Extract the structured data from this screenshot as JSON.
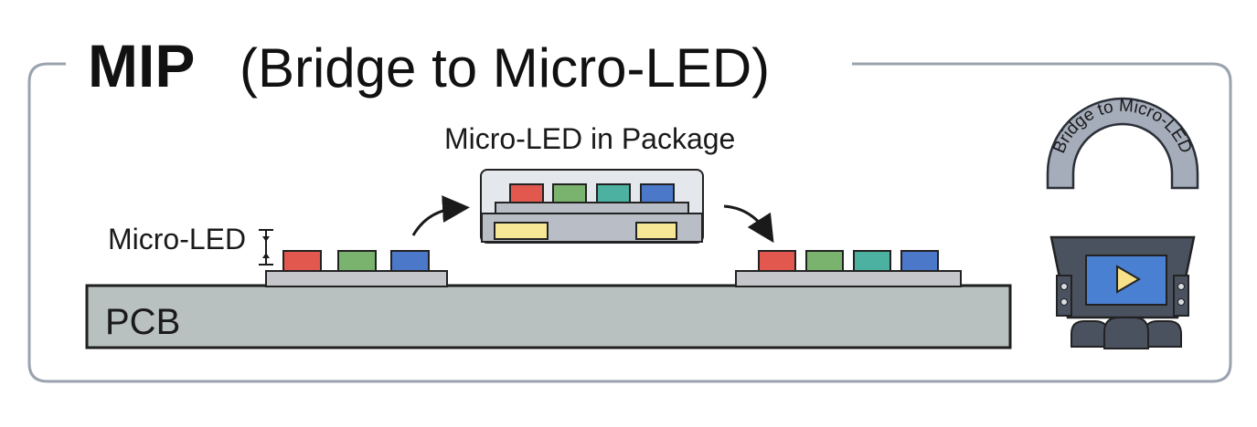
{
  "title": {
    "main": "MIP",
    "sub": "(Bridge to Micro-LED)"
  },
  "labels": {
    "package": "Micro-LED in Package",
    "micro_led": "Micro-LED",
    "pcb": "PCB",
    "arch": "Bridge to Micro-LED"
  },
  "colors": {
    "frame": "#9aa3ae",
    "pcb": "#b8c1bf",
    "pcb_stroke": "#1f1f1f",
    "substrate": "#c4c6c9",
    "package_bg": "#e4e7ec",
    "package_inner": "#b9bec6",
    "led_red": "#e2584f",
    "led_green": "#7ab36e",
    "led_teal": "#4cb1a1",
    "led_blue": "#4b78c9",
    "contact_yellow": "#f5e796",
    "arch_fill": "#a5adba",
    "icon_dark": "#4a5260",
    "screen_blue": "#4a80d2",
    "play_yellow": "#f6e08a"
  },
  "icons": {
    "arch": "bridge-arch-icon",
    "theater": "home-theater-icon",
    "arrow": "curved-arrow-icon",
    "dimension": "dimension-marker-icon"
  }
}
